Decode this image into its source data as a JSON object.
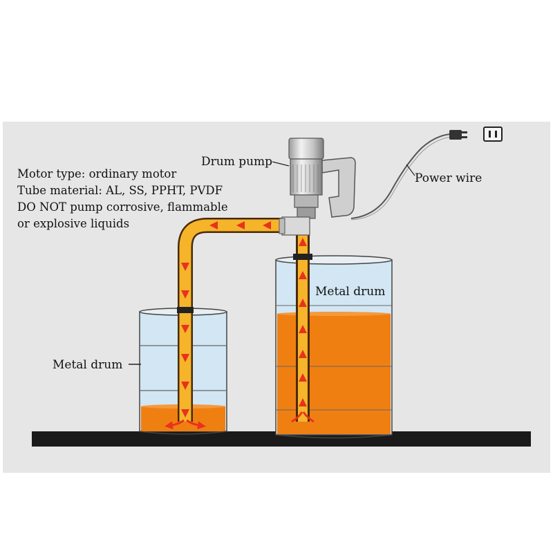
{
  "notes": {
    "motor_type": "Motor type: ordinary motor",
    "tube_material": "Tube material: AL, SS, PPHT, PVDF",
    "warning_line1": "DO NOT pump corrosive, flammable",
    "warning_line2": "or explosive liquids"
  },
  "labels": {
    "drum_pump": "Drum pump",
    "power_wire": "Power wire",
    "metal_drum_right": "Metal drum",
    "metal_drum_left": "Metal drum"
  },
  "colors": {
    "panel_background": "#e6e6e6",
    "liquid_orange": "#f07f12",
    "tube_yellow": "#f5b42a",
    "flow_arrow_red": "#e8321e",
    "drum_water": "#cfe4f2",
    "ground": "#1a1a1a"
  }
}
